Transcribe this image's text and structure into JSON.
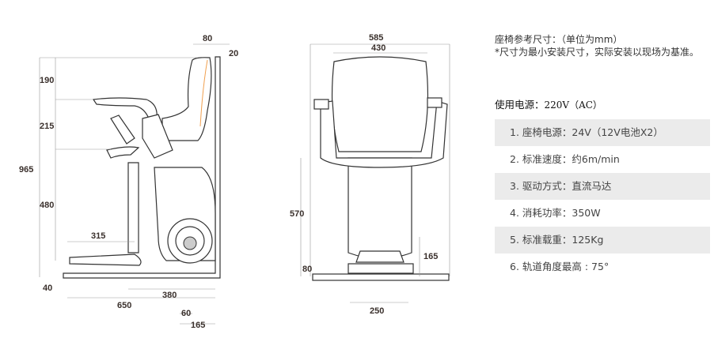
{
  "side_view": {
    "dims": {
      "top_80": "80",
      "top_20": "20",
      "h_190": "190",
      "h_215": "215",
      "h_965": "965",
      "h_480": "480",
      "h_40": "40",
      "w_315": "315",
      "w_380": "380",
      "w_650": "650",
      "w_60": "60",
      "w_165": "165"
    }
  },
  "front_view": {
    "dims": {
      "w_585": "585",
      "w_430": "430",
      "h_570": "570",
      "h_80": "80",
      "h_165": "165",
      "w_250": "250"
    }
  },
  "info": {
    "title": "座椅参考尺寸：（单位为mm）",
    "note": "*尺寸为最小安装尺寸，实际安装以现场为基准。",
    "power_label": "使用电源：",
    "power_value": "220V（AC）",
    "specs": [
      "1. 座椅电源：24V（12V电池X2）",
      "2. 标准速度：约6m/min",
      "3. 驱动方式：直流马达",
      "4. 消耗功率：350W",
      "5. 标准载重：125Kg",
      "6. 轨道角度最高 : 75°"
    ],
    "accent_color": "#f0a050"
  }
}
